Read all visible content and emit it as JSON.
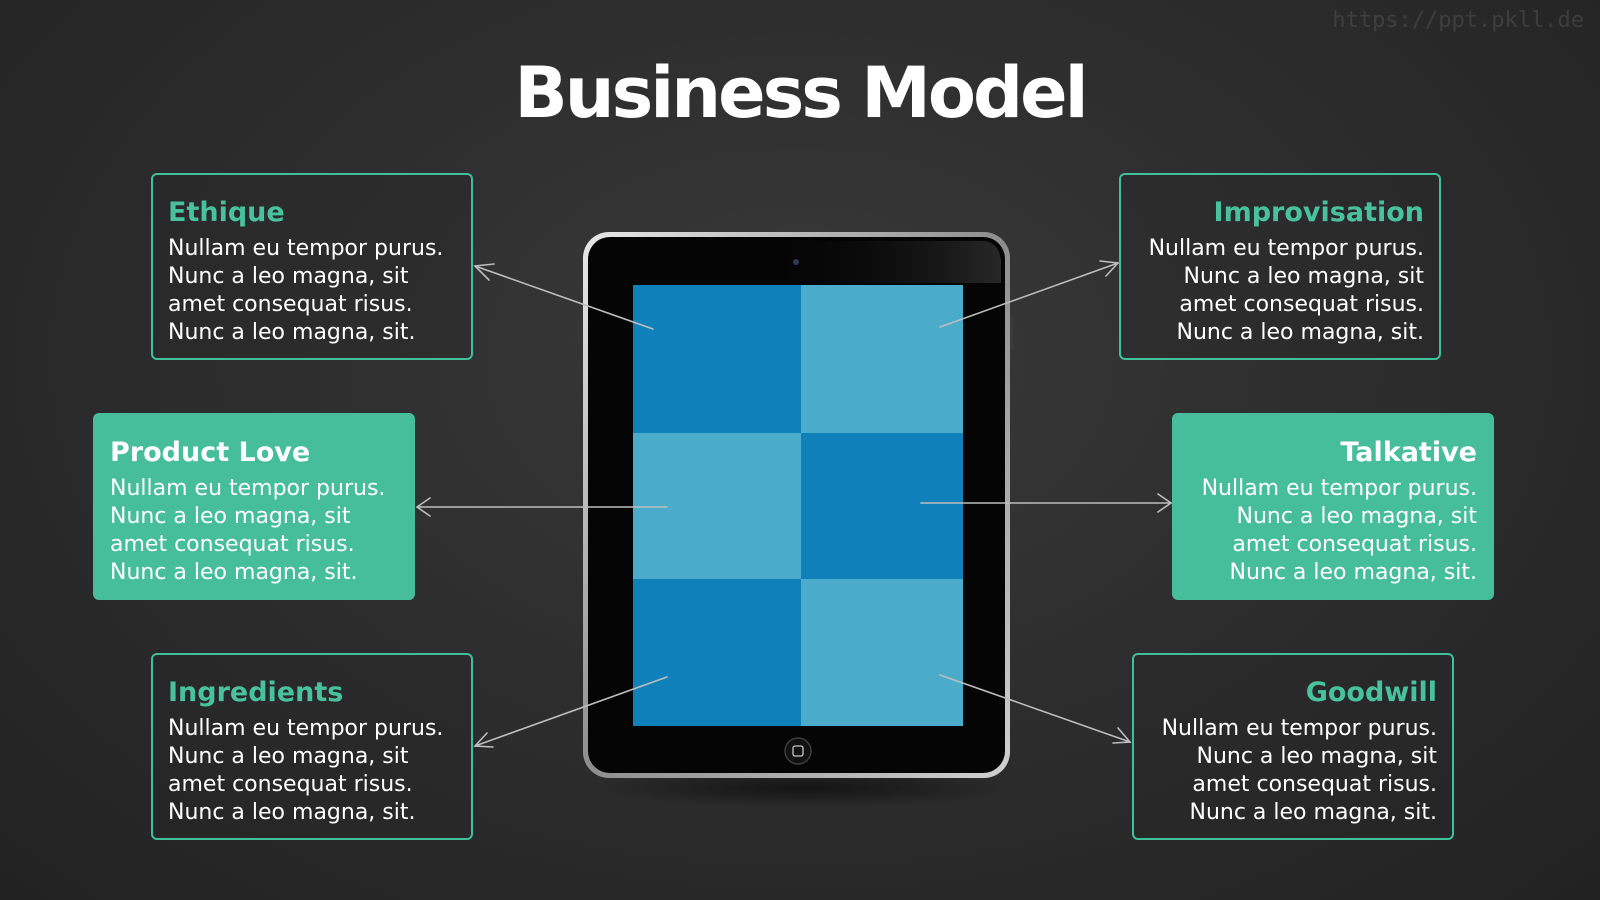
{
  "watermark": "https://ppt.pkll.de",
  "title": "Business Model",
  "cards": [
    {
      "id": "ethique",
      "heading": "Ethique",
      "body": "Nullam eu tempor purus.\nNunc a leo magna, sit\namet consequat risus.\nNunc a leo magna, sit.",
      "style": "outline",
      "align": "left"
    },
    {
      "id": "product-love",
      "heading": "Product Love",
      "body": "Nullam eu tempor purus.\nNunc a leo magna, sit\namet consequat risus.\nNunc a leo magna, sit.",
      "style": "filled",
      "align": "left"
    },
    {
      "id": "ingredients",
      "heading": "Ingredients",
      "body": "Nullam eu tempor purus.\nNunc a leo magna, sit\namet consequat risus.\nNunc a leo magna, sit.",
      "style": "outline",
      "align": "left"
    },
    {
      "id": "improvisation",
      "heading": "Improvisation",
      "body": "Nullam eu tempor purus.\nNunc a leo magna, sit\namet consequat risus.\nNunc a leo magna, sit.",
      "style": "outline",
      "align": "right"
    },
    {
      "id": "talkative",
      "heading": "Talkative",
      "body": "Nullam eu tempor purus.\nNunc a leo magna, sit\namet consequat risus.\nNunc a leo magna, sit.",
      "style": "filled",
      "align": "right"
    },
    {
      "id": "goodwill",
      "heading": "Goodwill",
      "body": "Nullam eu tempor purus.\nNunc a leo magna, sit\namet consequat risus.\nNunc a leo magna, sit.",
      "style": "outline",
      "align": "right"
    }
  ],
  "colors": {
    "accent": "#47be9b",
    "tile_dark": "#0f80b9",
    "tile_light": "#4aabca",
    "background": "#2e2e2e"
  },
  "icons": {
    "device": "tablet-icon",
    "camera": "camera-icon",
    "home_button": "home-button-icon"
  }
}
